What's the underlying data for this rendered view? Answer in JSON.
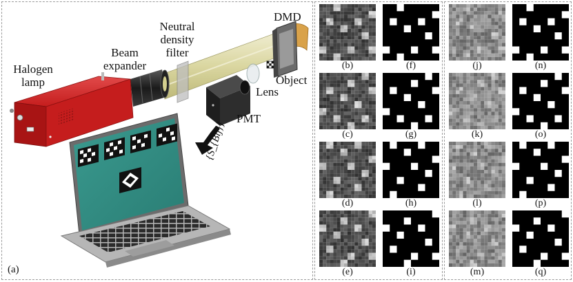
{
  "setup": {
    "labels": {
      "halogen_lamp": [
        "Halogen",
        "lamp"
      ],
      "beam_expander": [
        "Beam",
        "expander"
      ],
      "nd_filter": [
        "Neutral",
        "density",
        "filter"
      ],
      "dmd": "DMD",
      "object": "Object",
      "lens": "Lens",
      "pmt": "PMT",
      "sequence": "{S_{Bij}}",
      "panel": "(a)"
    },
    "colors": {
      "lamp": "#c51d1d",
      "beam": "#d8d49a",
      "screen": "#2e8a80",
      "laptop": "#8a8a8a",
      "pmt": "#2a2a2a",
      "dmd_ribbon": "#d9a24a"
    }
  },
  "grids": {
    "left": [
      {
        "caption": "(b)",
        "pattern": "p1",
        "style": "recon-noisy"
      },
      {
        "caption": "(f)",
        "pattern": "p1",
        "style": "binary"
      },
      {
        "caption": "(c)",
        "pattern": "p2",
        "style": "recon-noisy"
      },
      {
        "caption": "(g)",
        "pattern": "p2",
        "style": "binary"
      },
      {
        "caption": "(d)",
        "pattern": "p3",
        "style": "recon-noisy"
      },
      {
        "caption": "(h)",
        "pattern": "p3",
        "style": "binary"
      },
      {
        "caption": "(e)",
        "pattern": "p4",
        "style": "recon-noisy"
      },
      {
        "caption": "(i)",
        "pattern": "p4",
        "style": "binary"
      }
    ],
    "right": [
      {
        "caption": "(j)",
        "pattern": "p1",
        "style": "recon-grainy"
      },
      {
        "caption": "(n)",
        "pattern": "p1",
        "style": "binary"
      },
      {
        "caption": "(k)",
        "pattern": "p2",
        "style": "recon-grainy"
      },
      {
        "caption": "(o)",
        "pattern": "p2",
        "style": "binary"
      },
      {
        "caption": "(l)",
        "pattern": "p3",
        "style": "recon-grainy"
      },
      {
        "caption": "(p)",
        "pattern": "p3",
        "style": "binary"
      },
      {
        "caption": "(m)",
        "pattern": "p4",
        "style": "recon-grainy"
      },
      {
        "caption": "(q)",
        "pattern": "p4",
        "style": "binary"
      }
    ]
  }
}
